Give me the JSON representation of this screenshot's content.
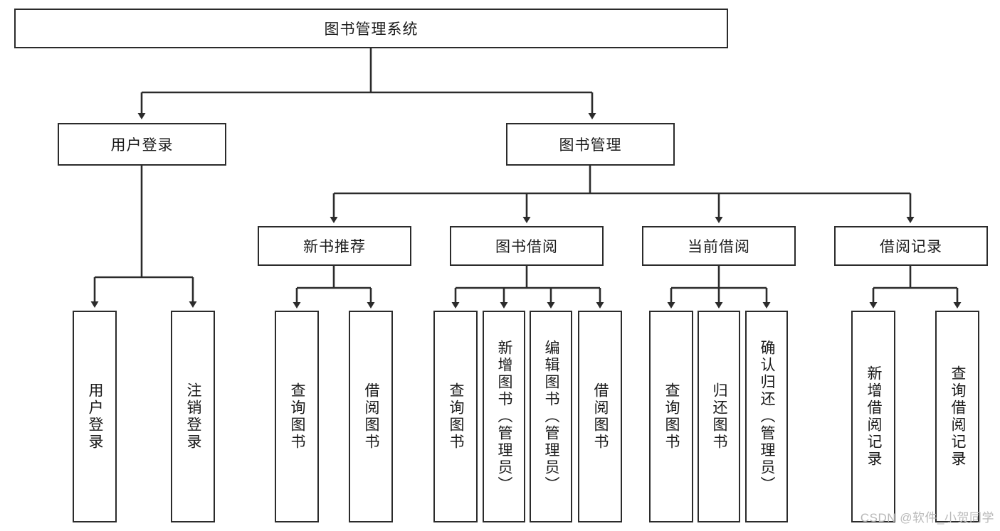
{
  "diagram": {
    "title_node": {
      "label": "图书管理系统"
    },
    "level2": [
      {
        "id": "user-login",
        "label": "用户登录"
      },
      {
        "id": "book-management",
        "label": "图书管理"
      }
    ],
    "level3": [
      {
        "id": "new-book-recommend",
        "label": "新书推荐"
      },
      {
        "id": "book-borrow",
        "label": "图书借阅"
      },
      {
        "id": "current-borrow",
        "label": "当前借阅"
      },
      {
        "id": "borrow-record",
        "label": "借阅记录"
      }
    ],
    "leaves": [
      {
        "id": "leaf-user-login",
        "label": "用户登录"
      },
      {
        "id": "leaf-logout-login",
        "label": "注销登录"
      },
      {
        "id": "leaf-query-book-1",
        "label": "查询图书"
      },
      {
        "id": "leaf-borrow-book-1",
        "label": "借阅图书"
      },
      {
        "id": "leaf-query-book-2",
        "label": "查询图书"
      },
      {
        "id": "leaf-add-book-admin",
        "label": "新增图书（管理员）"
      },
      {
        "id": "leaf-edit-book-admin",
        "label": "编辑图书（管理员）"
      },
      {
        "id": "leaf-borrow-book-2",
        "label": "借阅图书"
      },
      {
        "id": "leaf-query-book-3",
        "label": "查询图书"
      },
      {
        "id": "leaf-return-book",
        "label": "归还图书"
      },
      {
        "id": "leaf-confirm-return-admin",
        "label": "确认归还（管理员）"
      },
      {
        "id": "leaf-add-borrow-record",
        "label": "新增借阅记录"
      },
      {
        "id": "leaf-query-borrow-record",
        "label": "查询借阅记录"
      }
    ]
  },
  "watermark": {
    "text": "CSDN @软件_小贺同学"
  },
  "colors": {
    "box_border": "#2b2b2b",
    "box_fill": "#ffffff",
    "edge": "#2b2b2b",
    "text": "#1a1a1a",
    "watermark": "#b9b9b9"
  }
}
